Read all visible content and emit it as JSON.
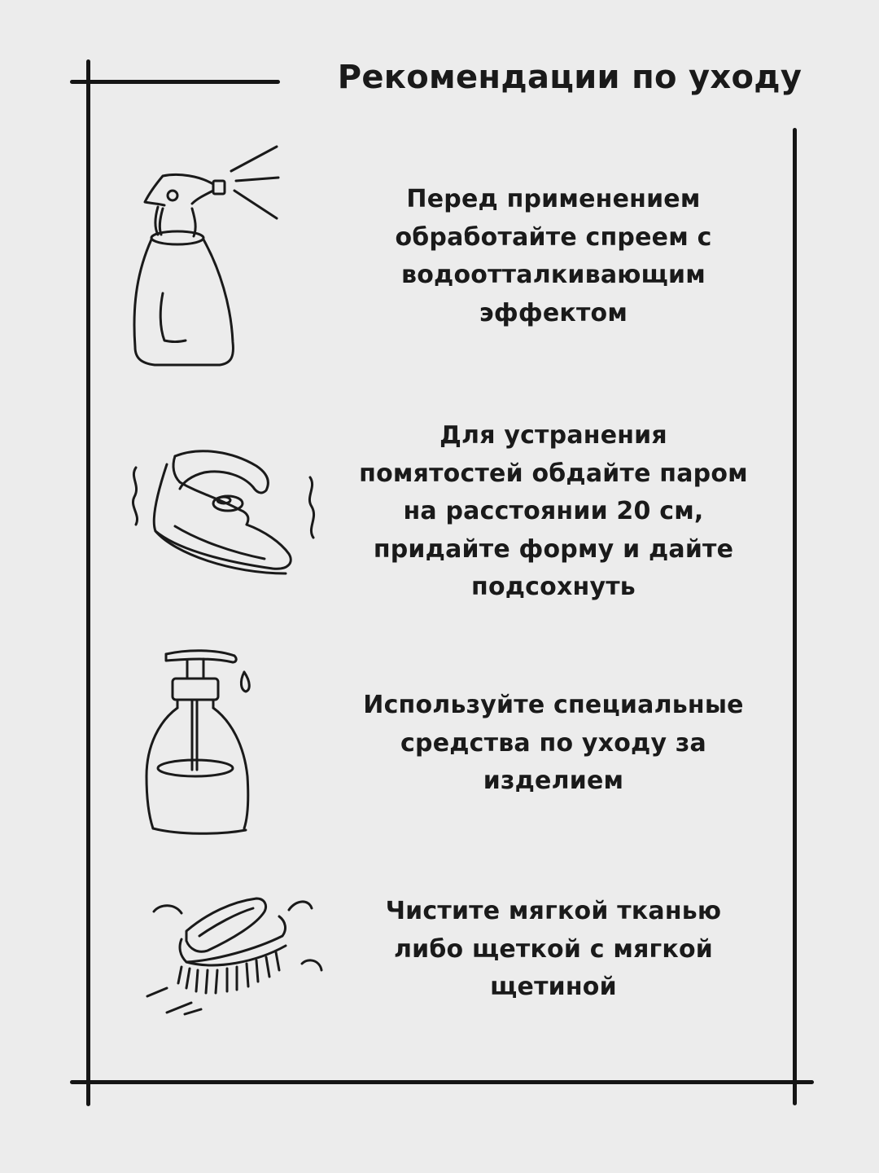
{
  "title": "Рекомендации по уходу",
  "items": [
    {
      "icon": "spray-bottle-icon",
      "text": "Перед применением\nобработайте спреем с\nводоотталкивающим\nэффектом"
    },
    {
      "icon": "steam-iron-icon",
      "text": "Для устранения\nпомятостей обдайте паром\nна расстоянии 20 см,\nпридайте форму и дайте\nподсохнуть"
    },
    {
      "icon": "soap-dispenser-icon",
      "text": "Используйте специальные\nсредства по уходу за\nизделием"
    },
    {
      "icon": "scrub-brush-icon",
      "text": "Чистите мягкой тканью\nлибо щеткой с мягкой\nщетиной"
    }
  ],
  "colors": {
    "background": "#ececec",
    "ink": "#1a1a1a"
  }
}
